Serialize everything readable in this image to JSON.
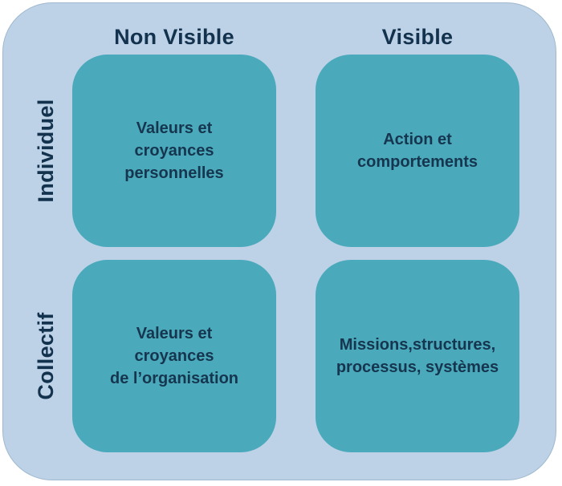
{
  "columns": {
    "non_visible": "Non Visible",
    "visible": "Visible"
  },
  "rows": {
    "individuel": "Individuel",
    "collectif": "Collectif"
  },
  "cells": {
    "individuel_non_visible": "Valeurs et\ncroyances\npersonnelles",
    "individuel_visible": "Action et\ncomportements",
    "collectif_non_visible": "Valeurs et\ncroyances\nde l’organisation",
    "collectif_visible": "Missions,structures,\nprocessus, systèmes"
  },
  "colors": {
    "background": "#bdd2e6",
    "cell": "#4aa9ba",
    "text": "#12324e"
  }
}
